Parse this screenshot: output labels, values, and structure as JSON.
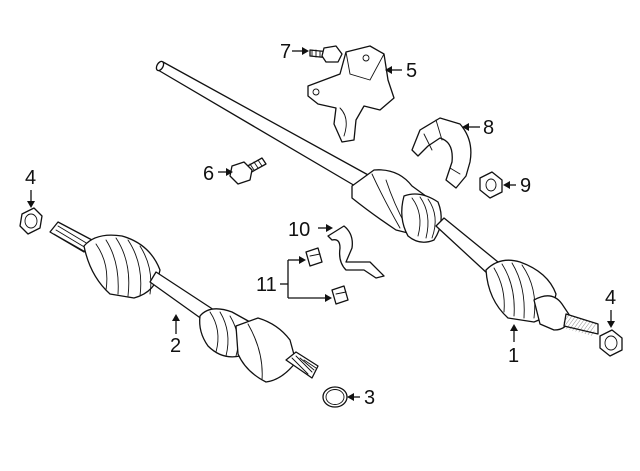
{
  "callouts": [
    {
      "id": "1",
      "label": "1"
    },
    {
      "id": "2",
      "label": "2"
    },
    {
      "id": "3",
      "label": "3"
    },
    {
      "id": "4a",
      "label": "4"
    },
    {
      "id": "4b",
      "label": "4"
    },
    {
      "id": "5",
      "label": "5"
    },
    {
      "id": "6",
      "label": "6"
    },
    {
      "id": "7",
      "label": "7"
    },
    {
      "id": "8",
      "label": "8"
    },
    {
      "id": "9",
      "label": "9"
    },
    {
      "id": "10",
      "label": "10"
    },
    {
      "id": "11",
      "label": "11"
    }
  ]
}
